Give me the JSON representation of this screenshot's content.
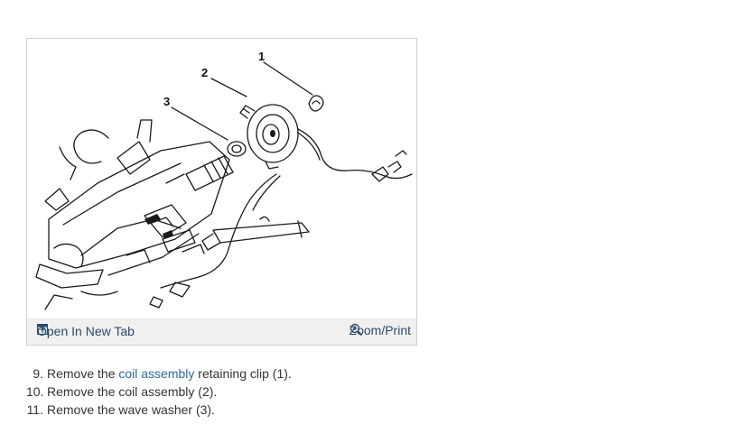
{
  "figure": {
    "callouts": [
      "1",
      "2",
      "3"
    ],
    "open_tab_label": "Open In New Tab",
    "open_tab_icon": "open-in-new-tab-icon",
    "zoom_label": "Zoom/Print",
    "zoom_icon": "magnifier-icon"
  },
  "steps": [
    {
      "num": "9.",
      "before": "Remove the ",
      "link": "coil assembly",
      "after": " retaining clip (1)."
    },
    {
      "num": "10.",
      "text": "Remove the coil assembly (2)."
    },
    {
      "num": "11.",
      "text": "Remove the wave washer (3)."
    }
  ],
  "colors": {
    "link": "#2f67a8",
    "toolbar_bg": "#f0f0f0",
    "toolbar_text": "#2a4a6e"
  }
}
